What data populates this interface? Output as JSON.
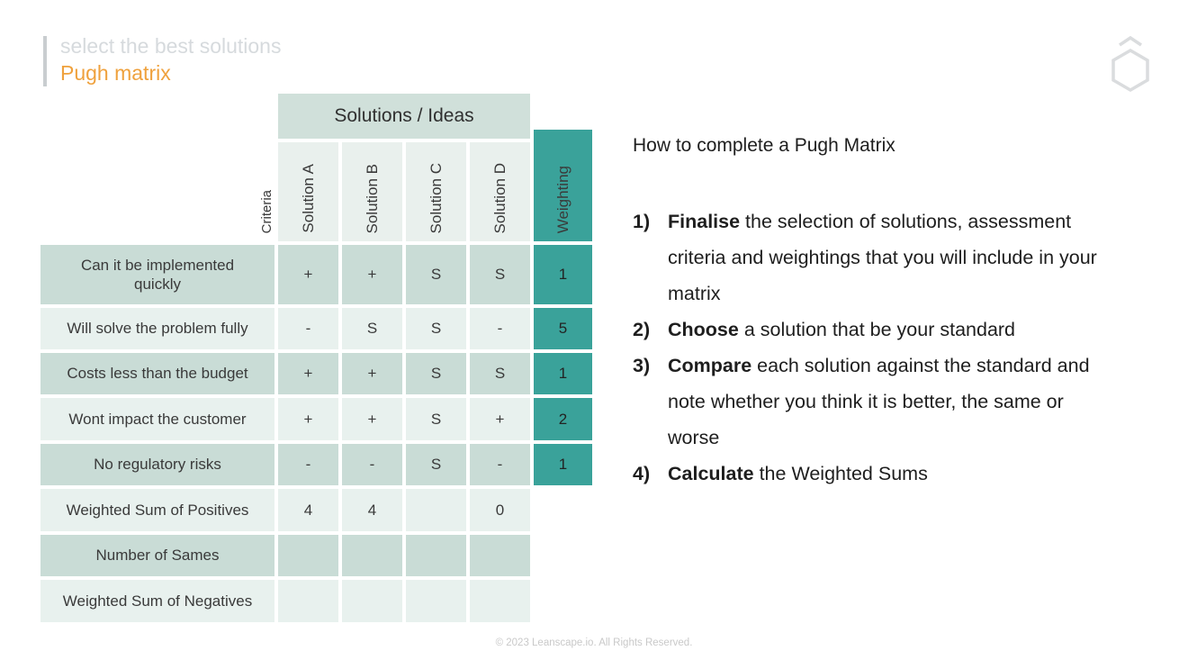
{
  "slide": {
    "subtitle": "select the best solutions",
    "title": "Pugh matrix",
    "footer": "© 2023 Leanscape.io. All Rights Reserved."
  },
  "icons": {
    "logo": "hexagon-with-chevron"
  },
  "matrix": {
    "banner": "Solutions / Ideas",
    "corner_label": "Criteria",
    "solution_columns": [
      "Solution A",
      "Solution B",
      "Solution C",
      "Solution D"
    ],
    "weighting_label": "Weighting",
    "rows": [
      {
        "label": "Can it be implemented quickly",
        "values": [
          "+",
          "+",
          "S",
          "S"
        ],
        "weight": "1"
      },
      {
        "label": "Will solve the problem fully",
        "values": [
          "-",
          "S",
          "S",
          "-"
        ],
        "weight": "5"
      },
      {
        "label": "Costs less than the budget",
        "values": [
          "+",
          "+",
          "S",
          "S"
        ],
        "weight": "1"
      },
      {
        "label": "Wont impact the customer",
        "values": [
          "+",
          "+",
          "S",
          "+"
        ],
        "weight": "2"
      },
      {
        "label": "No regulatory risks",
        "values": [
          "-",
          "-",
          "S",
          "-"
        ],
        "weight": "1"
      },
      {
        "label": "Weighted Sum of Positives",
        "values": [
          "4",
          "4",
          "",
          "0"
        ],
        "weight": ""
      },
      {
        "label": "Number of Sames",
        "values": [
          "",
          "",
          "",
          ""
        ],
        "weight": ""
      },
      {
        "label": "Weighted Sum of Negatives",
        "values": [
          "",
          "",
          "",
          ""
        ],
        "weight": ""
      }
    ]
  },
  "howto": {
    "title": "How to complete a Pugh Matrix",
    "items": [
      {
        "num": "1)",
        "bold": "Finalise",
        "rest": " the selection of solutions, assessment criteria and weightings that you will include in your matrix"
      },
      {
        "num": "2)",
        "bold": "Choose",
        "rest": " a solution that be your standard"
      },
      {
        "num": "3)",
        "bold": "Compare",
        "rest": " each solution against the standard and note whether you think it is better, the same or worse"
      },
      {
        "num": "4)",
        "bold": "Calculate",
        "rest": " the Weighted Sums"
      }
    ]
  },
  "colors": {
    "accent_teal": "#3AA29A",
    "title_orange": "#EFA13D",
    "row_dark": "#C9DCD6",
    "row_light": "#E8F1EE",
    "banner_bg": "#D0E0DA",
    "header_bg": "#E9F0ED",
    "muted_gray": "#D6DADD"
  }
}
